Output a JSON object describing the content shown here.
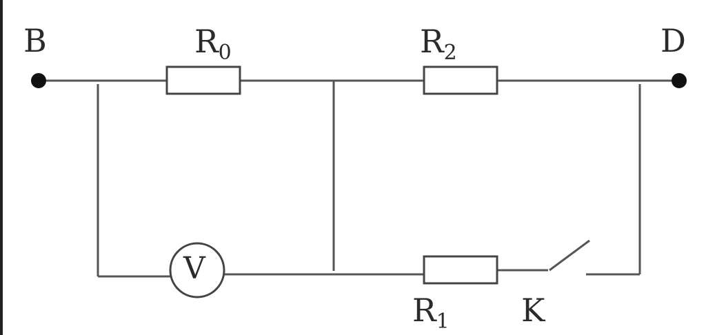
{
  "nodes": {
    "b": "B",
    "d": "D"
  },
  "resistors": {
    "r0": {
      "letter": "R",
      "sub": "0"
    },
    "r2": {
      "letter": "R",
      "sub": "2"
    },
    "r1": {
      "letter": "R",
      "sub": "1"
    }
  },
  "voltmeter": {
    "symbol": "V"
  },
  "switch": {
    "label": "K"
  },
  "colors": {
    "wire": "#555555",
    "text": "#2b2b2b",
    "background": "#ffffff"
  }
}
